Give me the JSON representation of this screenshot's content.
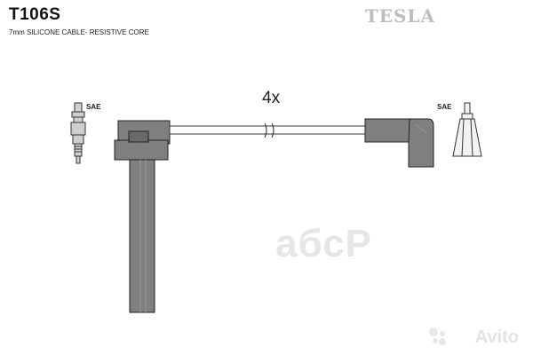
{
  "header": {
    "part_number": "T106S",
    "description": "7mm SILICONE CABLE- RESISTIVE CORE",
    "brand": "TESLA"
  },
  "diagram": {
    "quantity_label": "4x",
    "left_end_label": "SAE",
    "right_end_label": "SAE"
  },
  "watermarks": {
    "center": "абсР",
    "corner": "Avito"
  }
}
